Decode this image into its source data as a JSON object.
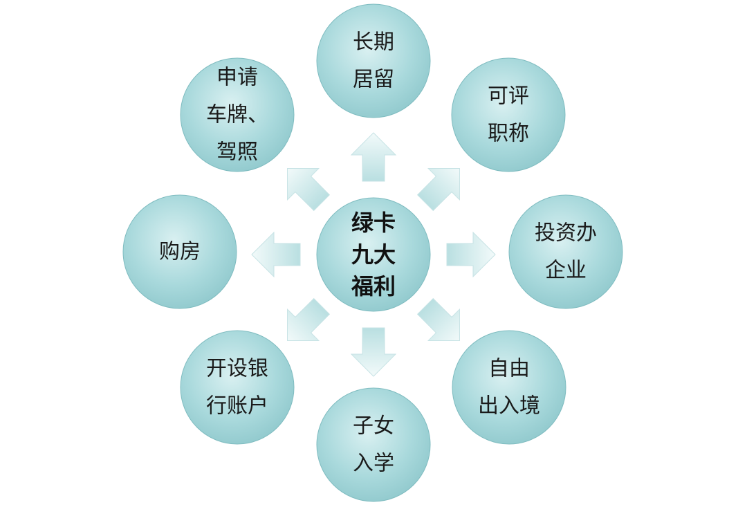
{
  "diagram": {
    "center": {
      "lines": [
        "绿卡",
        "九大",
        "福利"
      ]
    },
    "nodes": [
      {
        "id": "long-term-residence",
        "lines": [
          "长期",
          "居留"
        ]
      },
      {
        "id": "professional-title",
        "lines": [
          "可评",
          "职称"
        ]
      },
      {
        "id": "invest-business",
        "lines": [
          "投资办",
          "企业"
        ]
      },
      {
        "id": "free-entry-exit",
        "lines": [
          "自由",
          "出入境"
        ]
      },
      {
        "id": "children-school",
        "lines": [
          "子女",
          "入学"
        ]
      },
      {
        "id": "bank-account",
        "lines": [
          "开设银",
          "行账户"
        ]
      },
      {
        "id": "buy-house",
        "lines": [
          "购房"
        ]
      },
      {
        "id": "license-plate",
        "lines": [
          "申请",
          "车牌、",
          "驾照"
        ]
      }
    ],
    "colors": {
      "circle_fill_light": "#d9f0f1",
      "circle_fill_mid": "#a9d9dc",
      "circle_fill_dark": "#8fc8cc",
      "circle_stroke": "#7fbcc0",
      "arrow_fill_light": "#f2fafa",
      "arrow_fill_dark": "#b9dfe1",
      "arrow_stroke": "#c7e3e5"
    }
  }
}
